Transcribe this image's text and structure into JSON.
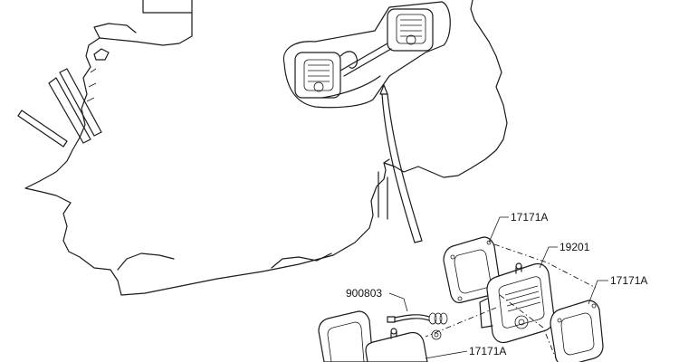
{
  "diagram": {
    "callouts": [
      {
        "id": "gasket-upper-left",
        "text": "17171A"
      },
      {
        "id": "heater-body",
        "text": "19201"
      },
      {
        "id": "gasket-right",
        "text": "17171A"
      },
      {
        "id": "wire-lead",
        "text": "900803"
      },
      {
        "id": "gasket-lower",
        "text": "17171A"
      }
    ]
  }
}
